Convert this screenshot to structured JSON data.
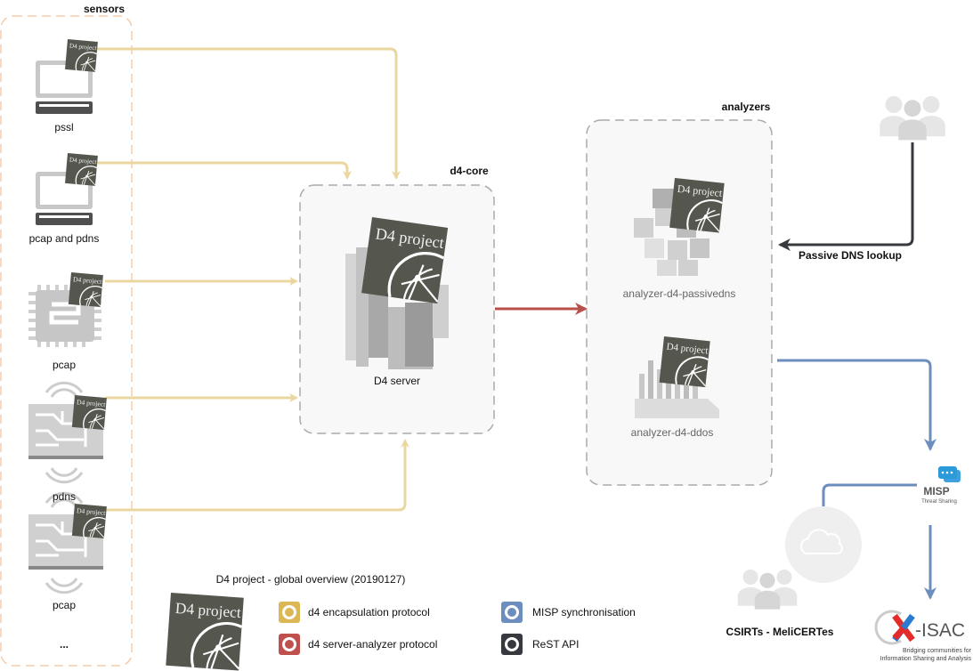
{
  "title": "D4 project - global overview (20190127)",
  "logo_text": "D4 project",
  "groups": {
    "sensors": "sensors",
    "core": "d4-core",
    "analyzers": "analyzers"
  },
  "sensors": [
    {
      "label": "pssl",
      "icon": "laptop-icon"
    },
    {
      "label": "pcap and pdns",
      "icon": "laptop-icon"
    },
    {
      "label": "pcap",
      "icon": "chip-icon"
    },
    {
      "label": "pdns",
      "icon": "circuit-wireless-icon"
    },
    {
      "label": "pcap",
      "icon": "circuit-wireless-icon"
    }
  ],
  "sensors_more": "...",
  "core_node": "D4 server",
  "analyzer_nodes": [
    "analyzer-d4-passivedns",
    "analyzer-d4-ddos"
  ],
  "passive_dns_label": "Passive DNS lookup",
  "csirts_label": "CSIRTs - MeliCERTes",
  "misp_logo": {
    "name": "MISP",
    "sub": "Threat Sharing"
  },
  "xisac_logo": {
    "name": "X-ISAC",
    "sub": "Bridging communities for Information Sharing and Analysis"
  },
  "legend": [
    {
      "label": "d4 encapsulation protocol",
      "color": "#dcb755"
    },
    {
      "label": "d4 server-analyzer protocol",
      "color": "#c0504d"
    },
    {
      "label": "MISP synchronisation",
      "color": "#6c8ebf"
    },
    {
      "label": "ReST API",
      "color": "#36393d"
    }
  ],
  "colors": {
    "encapsulation": "#ead7a0",
    "server_analyzer": "#b94e4a",
    "misp": "#6c8ebf",
    "rest": "#36393d"
  }
}
